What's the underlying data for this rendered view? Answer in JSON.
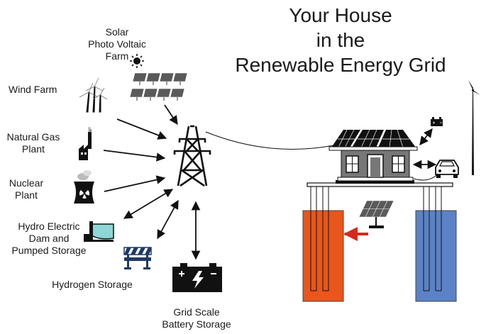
{
  "title": {
    "line1": "Your House",
    "line2": "in the",
    "line3": "Renewable Energy Grid"
  },
  "sources": {
    "solar": "Solar\nPhoto Voltaic\nFarm",
    "wind": "Wind Farm",
    "gas": "Natural Gas\nPlant",
    "nuclear": "Nuclear\nPlant",
    "hydro": "Hydro Electric\nDam and\nPumped Storage",
    "hydrogen": "Hydrogen Storage",
    "battery": "Grid Scale\nBattery Storage"
  },
  "colors": {
    "ink": "#111111",
    "hot_well": "#e8561c",
    "cold_well": "#5b82c5",
    "hydro_water": "#8fd6d6",
    "heat_arrow": "#d42a1c",
    "panel": "#5a5a5a"
  },
  "icons": [
    "sun-icon",
    "solar-panel-icon",
    "wind-turbine-icon",
    "factory-icon",
    "nuclear-plant-icon",
    "dam-icon",
    "barrier-icon",
    "battery-icon",
    "transmission-tower-icon",
    "house-icon",
    "car-icon"
  ]
}
